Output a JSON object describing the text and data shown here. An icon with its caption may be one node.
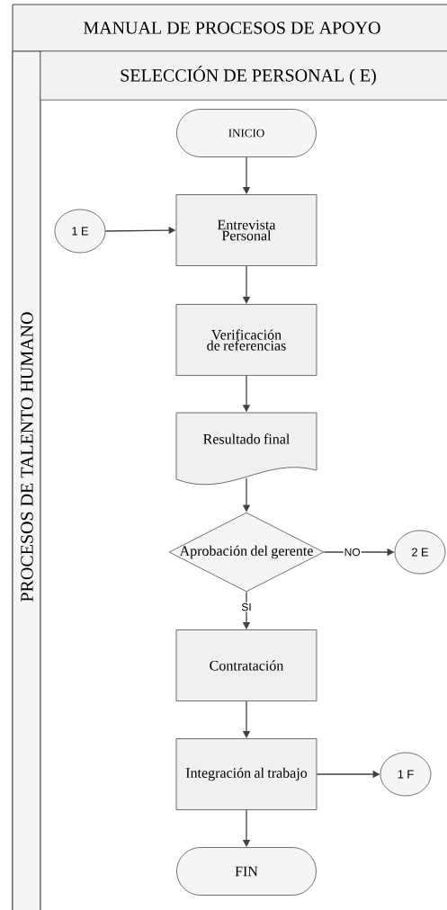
{
  "diagram": {
    "nodes": [
      {
        "text": [
          "MANUAL DE PROCESOS DE APOYO"
        ]
      },
      {
        "text": [
          "PROCESOS DE TALENTO HUMANO"
        ],
        "in": 0
      },
      {
        "text": [
          "SELECCIÓN DE PERSONAL ( E)"
        ],
        "in": 0
      },
      {
        "text": [
          "INICIO"
        ],
        "in": 2
      },
      {
        "text": [
          "1 E"
        ],
        "in": 2
      },
      {
        "text": [
          "Entrevista Personal"
        ],
        "in": 2
      },
      {
        "text": [
          "Verificación de referencias"
        ],
        "in": 2
      },
      {
        "text": [
          "Resultado final"
        ],
        "in": 2
      },
      {
        "text": [
          "Aprobación del gerente"
        ],
        "in": 2
      },
      {
        "text": [
          "2 E"
        ],
        "in": 2
      },
      {
        "text": [
          "Contratación"
        ],
        "in": 2
      },
      {
        "text": [
          "Integración al trabajo"
        ],
        "in": 2
      },
      {
        "text": [
          "1 F"
        ],
        "in": 2
      },
      {
        "text": [
          "FIN"
        ],
        "in": 2
      }
    ],
    "edges": [
      {
        "from": 3,
        "to": 5,
        "arrow": "to"
      },
      {
        "from": 4,
        "to": 5,
        "arrow": "to"
      },
      {
        "from": 5,
        "to": 6,
        "arrow": "to"
      },
      {
        "from": 6,
        "to": 7,
        "arrow": "to"
      },
      {
        "from": 7,
        "to": 8,
        "arrow": "to"
      },
      {
        "from": 8,
        "to": 9,
        "label": "NO",
        "arrow": "to"
      },
      {
        "from": 8,
        "to": 10,
        "label": "SI",
        "arrow": "to"
      },
      {
        "from": 10,
        "to": 11,
        "arrow": "to"
      },
      {
        "from": 11,
        "to": 12,
        "arrow": "to"
      },
      {
        "from": 11,
        "to": 13,
        "arrow": "to"
      }
    ]
  }
}
